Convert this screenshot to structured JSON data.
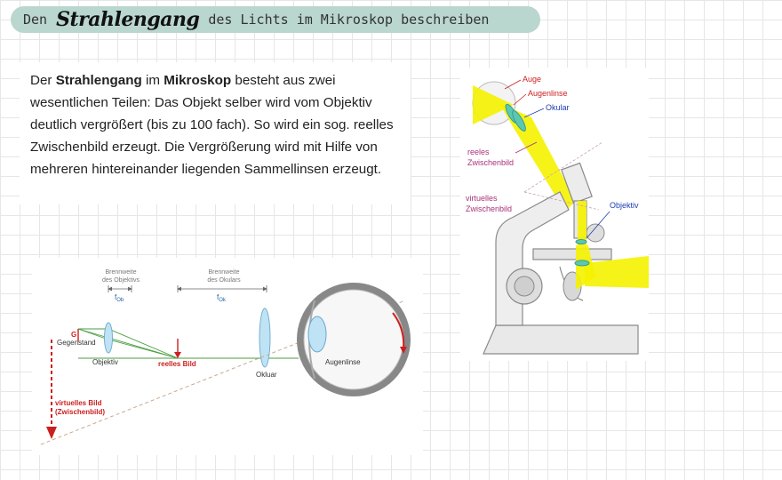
{
  "title": {
    "prefix": "Den",
    "highlight": "Strahlengang",
    "suffix": "des Lichts im Mikroskop beschreiben"
  },
  "paragraph": {
    "part1": "Der ",
    "bold1": "Strahlengang",
    "part2": " im ",
    "bold2": "Mikroskop",
    "part3": " besteht aus zwei wesentlichen Teilen: Das Objekt selber wird vom Objektiv deutlich vergrößert (bis zu 100 fach). So wird ein sog. reelles Zwischenbild erzeugt. Die Vergrößerung wird mit Hilfe von mehreren hintereinander liegenden Sammellinsen erzeugt."
  },
  "optics": {
    "focal_obj_line1": "Brennweite",
    "focal_obj_line2": "des Objektivs",
    "focal_obj_symbol": "f",
    "focal_obj_sub": "Ob",
    "focal_ok_line1": "Brennweite",
    "focal_ok_line2": "des Okulars",
    "focal_ok_symbol": "f",
    "focal_ok_sub": "Ok",
    "object_letter": "G",
    "object_label": "Gegenstand",
    "objective_label": "Objektiv",
    "real_image_label": "reelles Bild",
    "eyepiece_label": "Okluar",
    "eye_lens_label": "Augenlinse",
    "virtual_image_line1": "virtuelles Bild",
    "virtual_image_line2": "(Zwischenbild)"
  },
  "microscope": {
    "eye_label": "Auge",
    "eye_lens_label": "Augenlinse",
    "ocular_label": "Okular",
    "real_intermediate_line1": "reeles",
    "real_intermediate_line2": "Zwischenbild",
    "virtual_intermediate_line1": "virtuelles",
    "virtual_intermediate_line2": "Zwischenbild",
    "objective_label": "Objektiv"
  },
  "colors": {
    "title_bar": "#b9d6cf",
    "light_beam": "#f5f200",
    "lens": "#9fd3ec",
    "red_label": "#cc1f1f",
    "blue_label": "#1f3fb3",
    "magenta_label": "#a8327a",
    "green_ray": "#4a9e3f"
  }
}
